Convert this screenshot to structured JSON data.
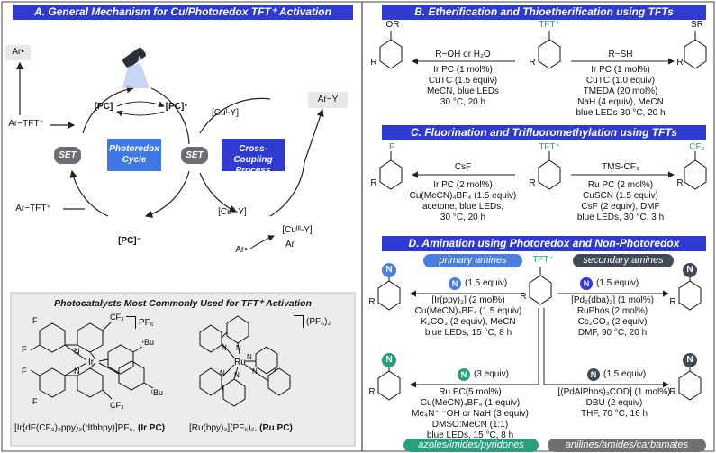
{
  "colors": {
    "blue": "#2f3bd0",
    "light_blue": "#4a7fe0",
    "teal": "#2a9d7c",
    "gray": "#707070",
    "dark_gray": "#404a55",
    "panel_gray": "#ececec"
  },
  "panelA": {
    "title": "A. General Mechanism for Cu/Photoredox TFT⁺ Activation",
    "ar_rad_top": "Ar•",
    "ar_tft_left": "Ar−TFT⁺",
    "pc": "[PC]",
    "pc_star": "[PC]*",
    "pc_minus": "[PC]⁻",
    "hv": "hν",
    "cu1": "[Cuᴵ-Y]",
    "cu2": "[Cuᴵᴵ-Y]",
    "cu3": "[Cuᴵᴵᴵ-Y]",
    "cu3_ar": "Ar",
    "ar_rad_bottom": "Ar•",
    "ar_y": "Ar−Y",
    "ar_tft_bottom": "Ar−TFT⁺",
    "set": "SET",
    "cycle_label": "Photoredox Cycle",
    "process_label": "Cross-Coupling Process",
    "catalysts_title": "Photocatalysts Most Commonly Used for TFT⁺ Activation",
    "ir_name": "[Ir{dF(CF₃)₂ppy}₂(dtbbpy)]PF₆,",
    "ir_abbr": "(Ir PC)",
    "ru_name": "[Ru(bpy)₃](PF₆)₂,",
    "ru_abbr": "(Ru PC)",
    "pf6": "PF₆",
    "pf6_2": "(PF₆)₂",
    "cf3": "CF₃",
    "tbu": "ᵗBu",
    "ir": "Ir",
    "ru": "Ru",
    "f": "F",
    "n": "N"
  },
  "panelB": {
    "title": "B. Etherification and Thioetherification using TFTs",
    "or": "OR",
    "sr": "SR",
    "r": "R",
    "tft": "TFT⁺",
    "left_cond": [
      "R−OH or H₂O",
      "Ir PC (1 mol%)",
      "CuTC (1.5 equiv)",
      "MeCN, blue LEDs",
      "30 °C, 20 h"
    ],
    "right_cond": [
      "R−SH",
      "Ir PC (1 mol%)",
      "CuTC (1.0 equiv)",
      "TMEDA (20 mol%)",
      "NaH (4 equiv), MeCN",
      "blue LEDs 30 °C, 20 h"
    ]
  },
  "panelC": {
    "title": "C. Fluorination and Trifluoromethylation using TFTs",
    "f": "F",
    "cf3": "CF₃",
    "tft": "TFT⁺",
    "left_cond": [
      "CsF",
      "Ir PC (2 mol%)",
      "Cu(MeCN)₄BF₄ (1.5 equiv)",
      "acetone, blue LEDs,",
      "30 °C, 20 h"
    ],
    "right_cond": [
      "TMS-CF₃",
      "Ru PC (2 mol%)",
      "CuSCN (1.5 equiv)",
      "CsF (2 equiv), DMF",
      "blue LEDs, 30 °C, 3 h"
    ]
  },
  "panelD": {
    "title": "D. Amination using Photoredox and Non-Photoredox Approaches",
    "primary": "primary amines",
    "secondary": "secondary amines",
    "azoles": "azoles/imides/pyridones",
    "anilines": "anilines/amides/carbamates",
    "tft": "TFT⁺",
    "n": "N",
    "tl_equiv": "(1.5 equiv)",
    "tl_cond": [
      "[Ir(ppy)₃] (2 mol%)",
      "Cu(MeCN)₄BF₄ (1.5 equiv)",
      "K₂CO₃ (2 equiv), MeCN",
      "blue LEDs, 15 °C, 8 h"
    ],
    "tr_equiv": "(1.5 equiv)",
    "tr_cond": [
      "[Pd₂(dba)₃] (1 mol%)",
      "RuPhos (2 mol%)",
      "Cs₂CO₃ (2 equiv)",
      "DMF, 90 °C, 20 h"
    ],
    "bl_equiv": "(3 equiv)",
    "bl_cond": [
      "Ru PC(5 mol%)",
      "Cu(MeCN)₄BF₄ (1 equiv)",
      "Me₄N⁺ ⁻OH or NaH (3 equiv)",
      "DMSO:MeCN (1:1)",
      "blue LEDs, 15 °C, 8 h"
    ],
    "br_equiv": "(1.5 equiv)",
    "br_cond": [
      "[(PdAlPhos)₂COD] (1 mol%)",
      "DBU (2 equiv)",
      "THF, 70 °C, 16 h"
    ]
  }
}
